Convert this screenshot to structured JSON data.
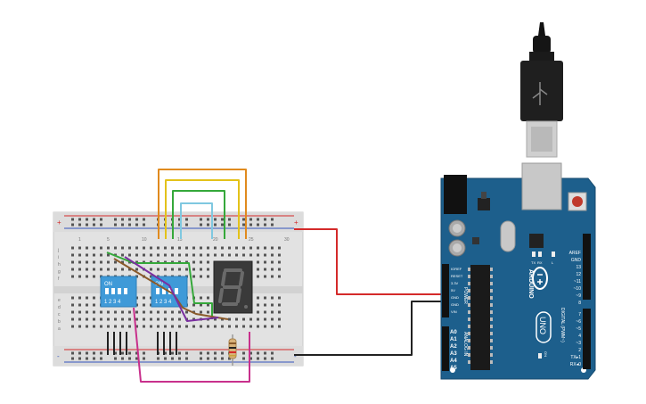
{
  "breadboard": {
    "row_letters_top": [
      "j",
      "i",
      "h",
      "g",
      "f"
    ],
    "row_letters_bottom": [
      "e",
      "d",
      "c",
      "b",
      "a"
    ],
    "column_numbers": [
      "1",
      "5",
      "10",
      "15",
      "20",
      "25",
      "30"
    ],
    "rail_plus": "+",
    "rail_minus": "-"
  },
  "dip_switches": [
    {
      "on_label": "ON",
      "numbers": "1 2 3 4"
    },
    {
      "on_label": "ON",
      "numbers": "1 2 3 4"
    }
  ],
  "seven_segment": {
    "digit": "8"
  },
  "arduino": {
    "model": "UNO",
    "brand": "ARDUINO",
    "power_header": [
      "IOREF",
      "RESET",
      "3.3V",
      "5V",
      "GND",
      "GND",
      "VIN"
    ],
    "power_section_label": "POWER",
    "analog_header": [
      "A0",
      "A1",
      "A2",
      "A3",
      "A4",
      "A5"
    ],
    "analog_section_label": "ANALOG IN",
    "digital_header_top": [
      "AREF",
      "GND",
      "13",
      "12",
      "~11",
      "~10",
      "~9",
      "8"
    ],
    "digital_header_bottom": [
      "7",
      "~6",
      "~5",
      "4",
      "~3",
      "2",
      "TX▸1",
      "RX◂0"
    ],
    "digital_section_label": "DIGITAL (PWM~)",
    "led_labels": [
      "TX",
      "RX",
      "L"
    ],
    "on_label": "ON"
  },
  "colors": {
    "board_blue": "#1d5f8c",
    "breadboard": "#e3e3e3",
    "wire_red": "#d42a2a",
    "wire_black": "#222222",
    "wire_orange": "#e08a1e",
    "wire_yellow": "#e3c21a",
    "wire_green": "#35a83a",
    "wire_lightblue": "#7fc8e0",
    "wire_purple": "#7a2fa0",
    "wire_brown": "#8a5a2b",
    "wire_magenta": "#c8308c",
    "dip_blue": "#3f9ad8"
  }
}
